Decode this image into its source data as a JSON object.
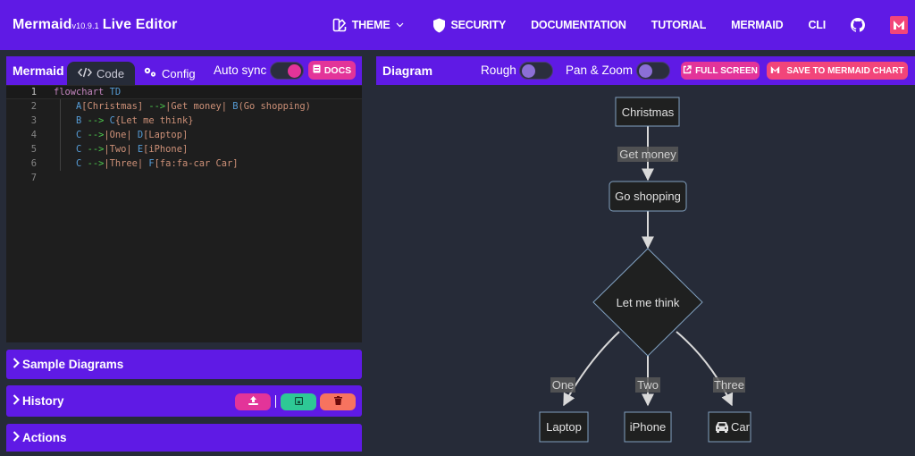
{
  "navbar": {
    "brand": "Mermaid",
    "version": "v10.9.1",
    "subtitle": "Live Editor",
    "items": [
      {
        "label": "THEME",
        "icon": "theme-icon",
        "has_dropdown": true
      },
      {
        "label": "SECURITY",
        "icon": "shield-icon"
      },
      {
        "label": "DOCUMENTATION"
      },
      {
        "label": "TUTORIAL"
      },
      {
        "label": "MERMAID"
      },
      {
        "label": "CLI"
      }
    ],
    "github_icon": "github-icon",
    "mermaid_chart_icon": "mermaid-chart-logo-icon"
  },
  "editor": {
    "title": "Mermaid",
    "tabs": [
      {
        "label": "Code",
        "icon": "code-icon",
        "active": true
      },
      {
        "label": "Config",
        "icon": "gears-icon",
        "active": false
      }
    ],
    "auto_sync_label": "Auto sync",
    "auto_sync_on": true,
    "docs_label": "DOCS",
    "lines": [
      "flowchart TD",
      "    A[Christmas] -->|Get money| B(Go shopping)",
      "    B --> C{Let me think}",
      "    C -->|One| D[Laptop]",
      "    C -->|Two| E[iPhone]",
      "    C -->|Three| F[fa:fa-car Car]",
      ""
    ],
    "line_numbers": [
      "1",
      "2",
      "3",
      "4",
      "5",
      "6",
      "7"
    ]
  },
  "accordions": {
    "sample": "Sample Diagrams",
    "history": "History",
    "actions": "Actions",
    "history_buttons": [
      {
        "name": "upload-icon",
        "color": "#e33499"
      },
      {
        "name": "save-icon",
        "color": "#2ec895"
      },
      {
        "name": "trash-icon",
        "color": "#f7735f"
      }
    ]
  },
  "diagram": {
    "title": "Diagram",
    "rough_label": "Rough",
    "rough_on": false,
    "pan_zoom_label": "Pan & Zoom",
    "pan_zoom_on": false,
    "fullscreen_label": "FULL SCREEN",
    "save_label": "SAVE TO MERMAID CHART",
    "nodes": {
      "A": "Christmas",
      "B": "Go shopping",
      "C": "Let me think",
      "D": "Laptop",
      "E": "iPhone",
      "F": "Car"
    },
    "edges": {
      "AB": "Get money",
      "CD": "One",
      "CE": "Two",
      "CF": "Three"
    }
  },
  "colors": {
    "accent": "#5f1ae5",
    "pink": "#e33499",
    "red": "#f2457a",
    "bg": "#262b38",
    "editor_bg": "#1e1e1e"
  }
}
